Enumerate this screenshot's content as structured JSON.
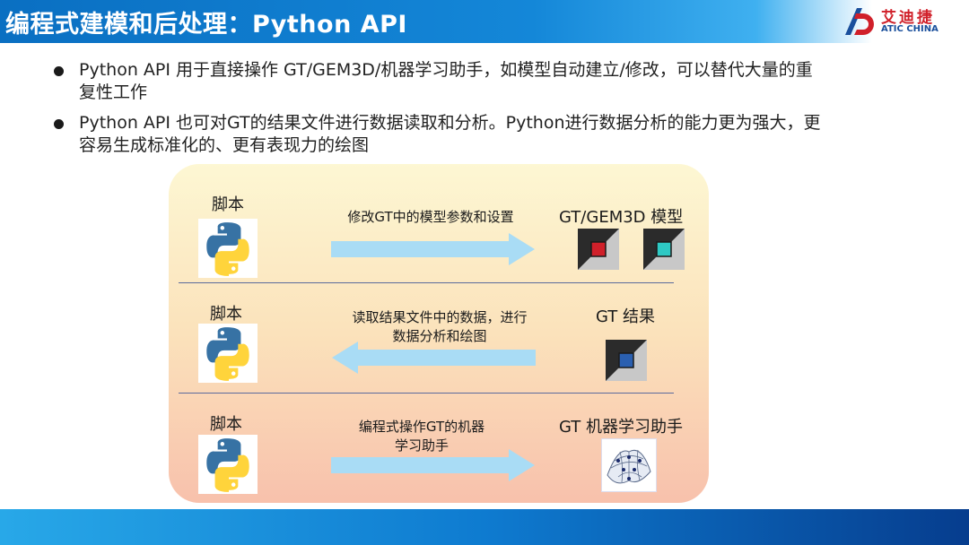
{
  "title": "编程式建模和后处理：Python API",
  "logo": {
    "name_cn": "艾迪捷",
    "name_en": "ATIC CHINA",
    "mark_icon": "atic-logo-icon"
  },
  "bullets": [
    {
      "line1": "Python API 用于直接操作 GT/GEM3D/机器学习助手，如模型自动建立/修改，可以替代大量的重",
      "line2": "复性工作"
    },
    {
      "line1": "Python API 也可对GT的结果文件进行数据读取和分析。Python进行数据分析的能力更为强大，更",
      "line2": "容易生成标准化的、更有表现力的绘图"
    }
  ],
  "rows": [
    {
      "script_label": "脚本",
      "note_line1": "修改GT中的模型参数和设置",
      "note_line2": "",
      "direction": "right",
      "target_label": "GT/GEM3D 模型",
      "icons": [
        "gt-model-icon-red",
        "gem3d-model-icon-cyan"
      ]
    },
    {
      "script_label": "脚本",
      "note_line1": "读取结果文件中的数据，进行",
      "note_line2": "数据分析和绘图",
      "direction": "left",
      "target_label": "GT 结果",
      "icons": [
        "gt-results-icon"
      ]
    },
    {
      "script_label": "脚本",
      "note_line1": "编程式操作GT的机器",
      "note_line2": "学习助手",
      "direction": "right",
      "target_label": "GT 机器学习助手",
      "icons": [
        "ml-assistant-icon"
      ]
    }
  ],
  "colors": {
    "header": "#0a6fc2",
    "arrow": "#a9dcf5",
    "python_blue": "#3772a4",
    "python_yellow": "#ffd43b",
    "gt_red": "#d0202a",
    "gem_cyan": "#2ec9c4",
    "gt_blue": "#2a5fb0"
  }
}
